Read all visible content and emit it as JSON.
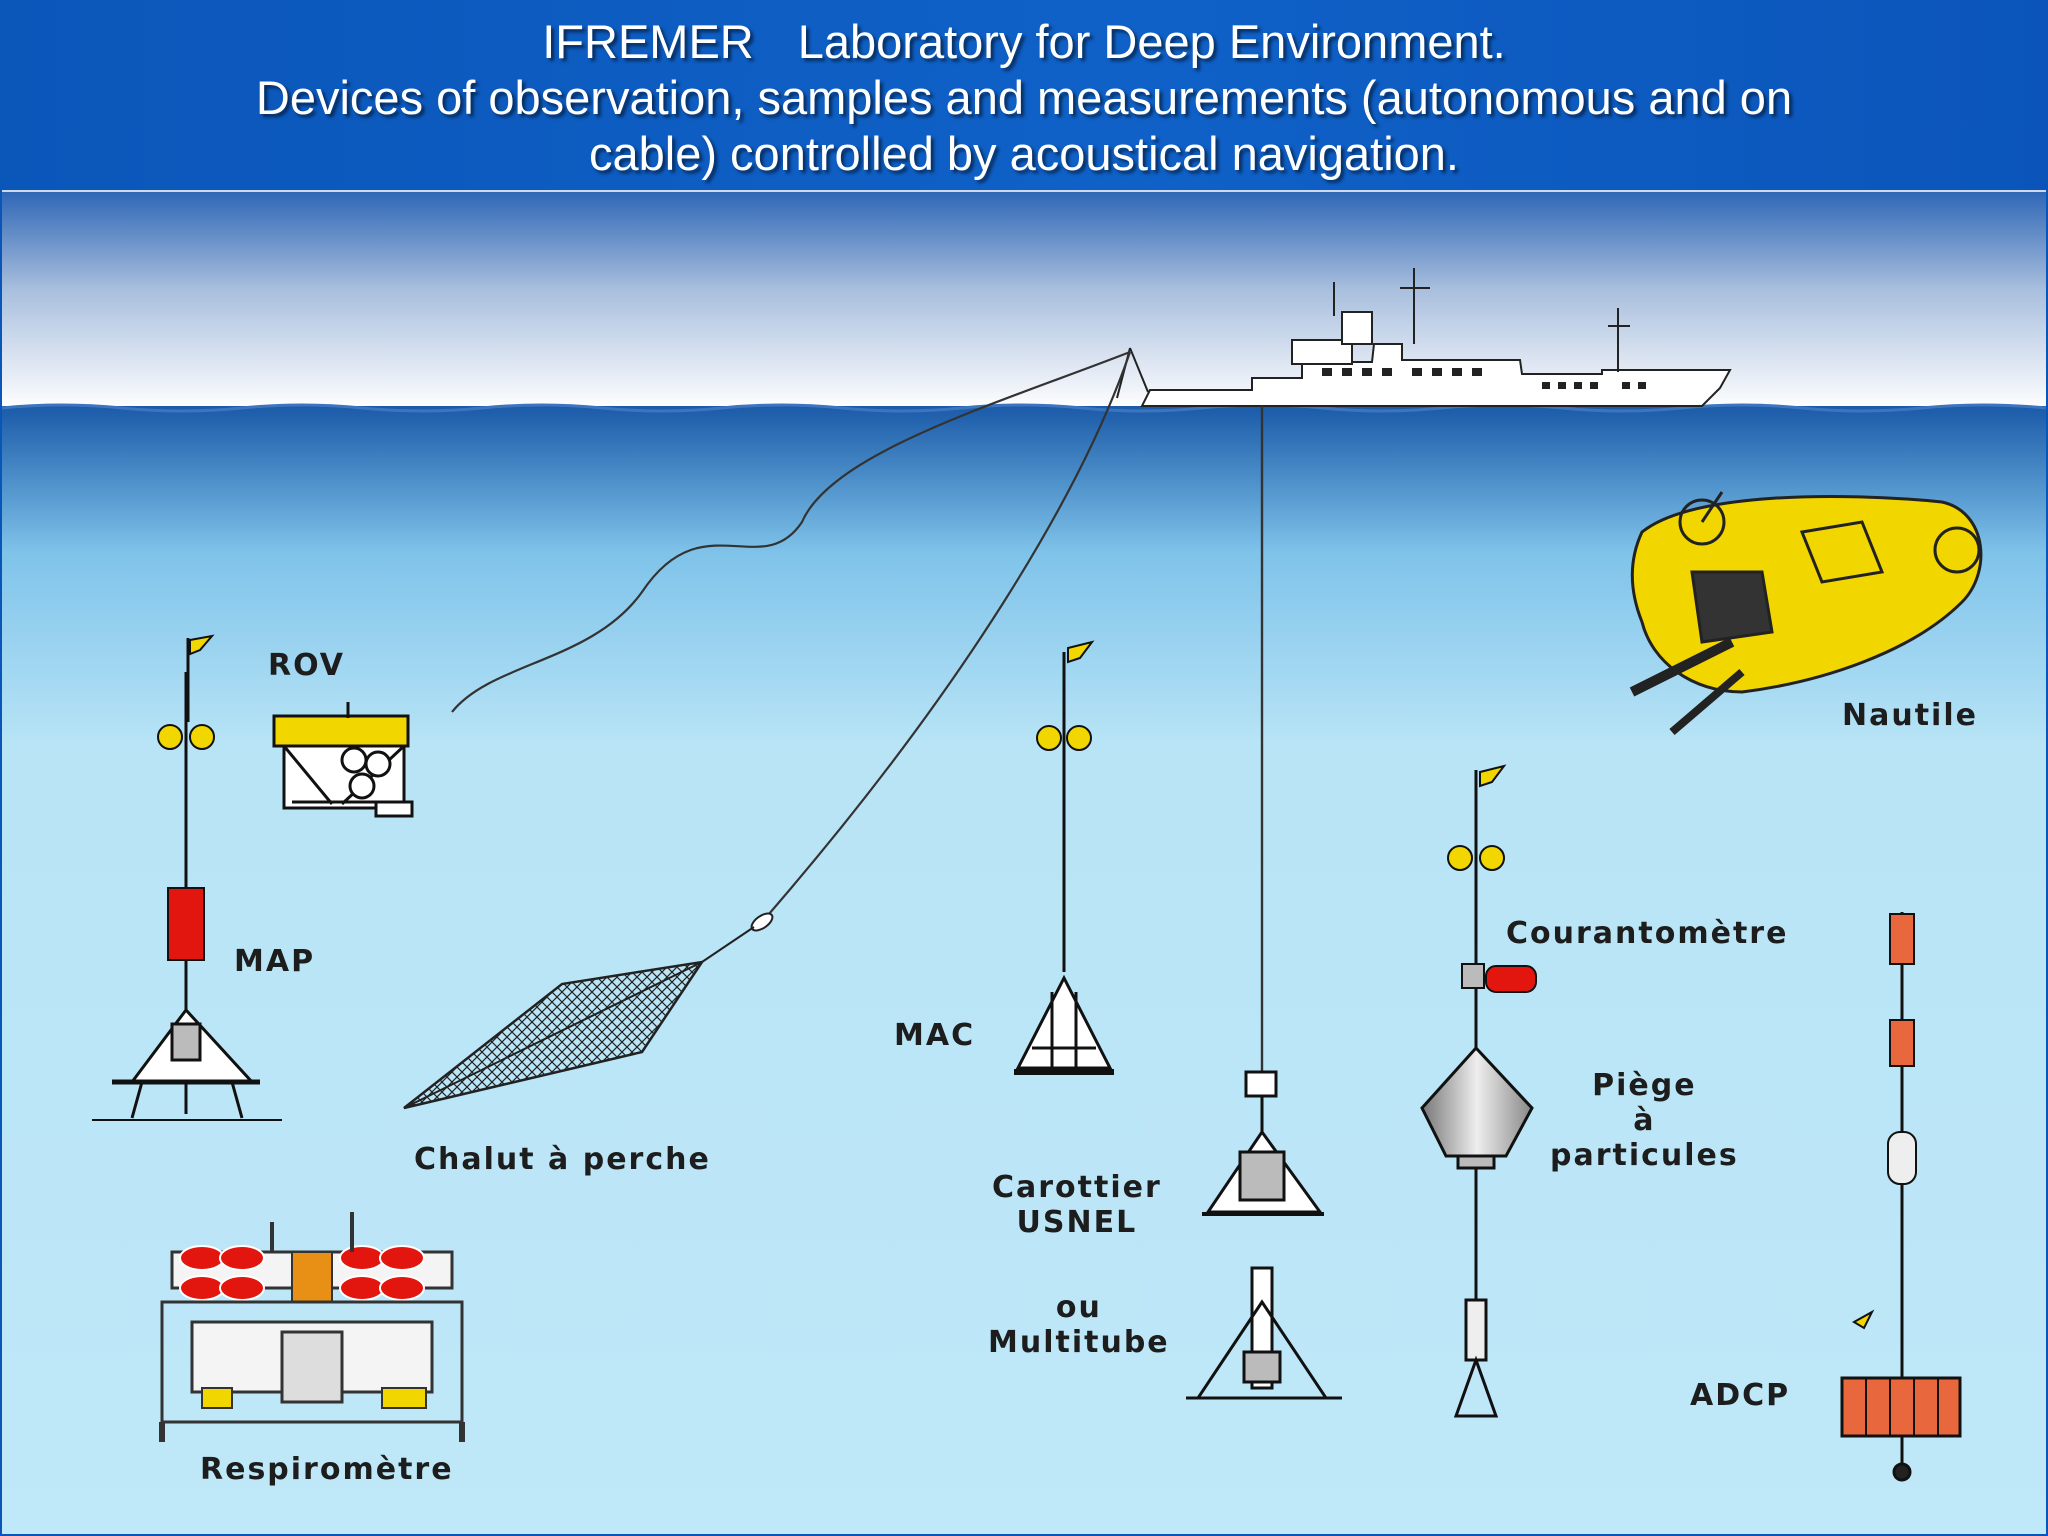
{
  "title": {
    "org": "IFREMER",
    "lab": "Laboratory for Deep Environment.",
    "line2": "Devices of observation, samples and measurements (autonomous and on",
    "line3": "cable) controlled by acoustical navigation."
  },
  "colors": {
    "title_bg": "#0b56b9",
    "sky_top": "#2f67b6",
    "water_top": "#1a5aa8",
    "water_deep": "#b8e4f6",
    "device_yellow": "#f2d600",
    "device_red": "#e2160e"
  },
  "labels": {
    "rov": "ROV",
    "map": "MAP",
    "chalut": "Chalut à perche",
    "mac": "MAC",
    "carottier_1": "Carottier",
    "carottier_2": "USNEL",
    "ou": "ou",
    "multitube": "Multitube",
    "nautile": "Nautile",
    "courantometre": "Courantomètre",
    "piege_1": "Piège",
    "piege_2": "à",
    "piege_3": "particules",
    "adcp": "ADCP",
    "respirometre": "Respiromètre"
  },
  "icons": [
    "ship-icon",
    "rov-icon",
    "map-mooring-icon",
    "beam-trawl-icon",
    "mac-mooring-icon",
    "corer-icon",
    "multitube-icon",
    "nautile-submarine-icon",
    "sediment-trap-mooring-icon",
    "adcp-mooring-icon",
    "respirometer-icon"
  ]
}
